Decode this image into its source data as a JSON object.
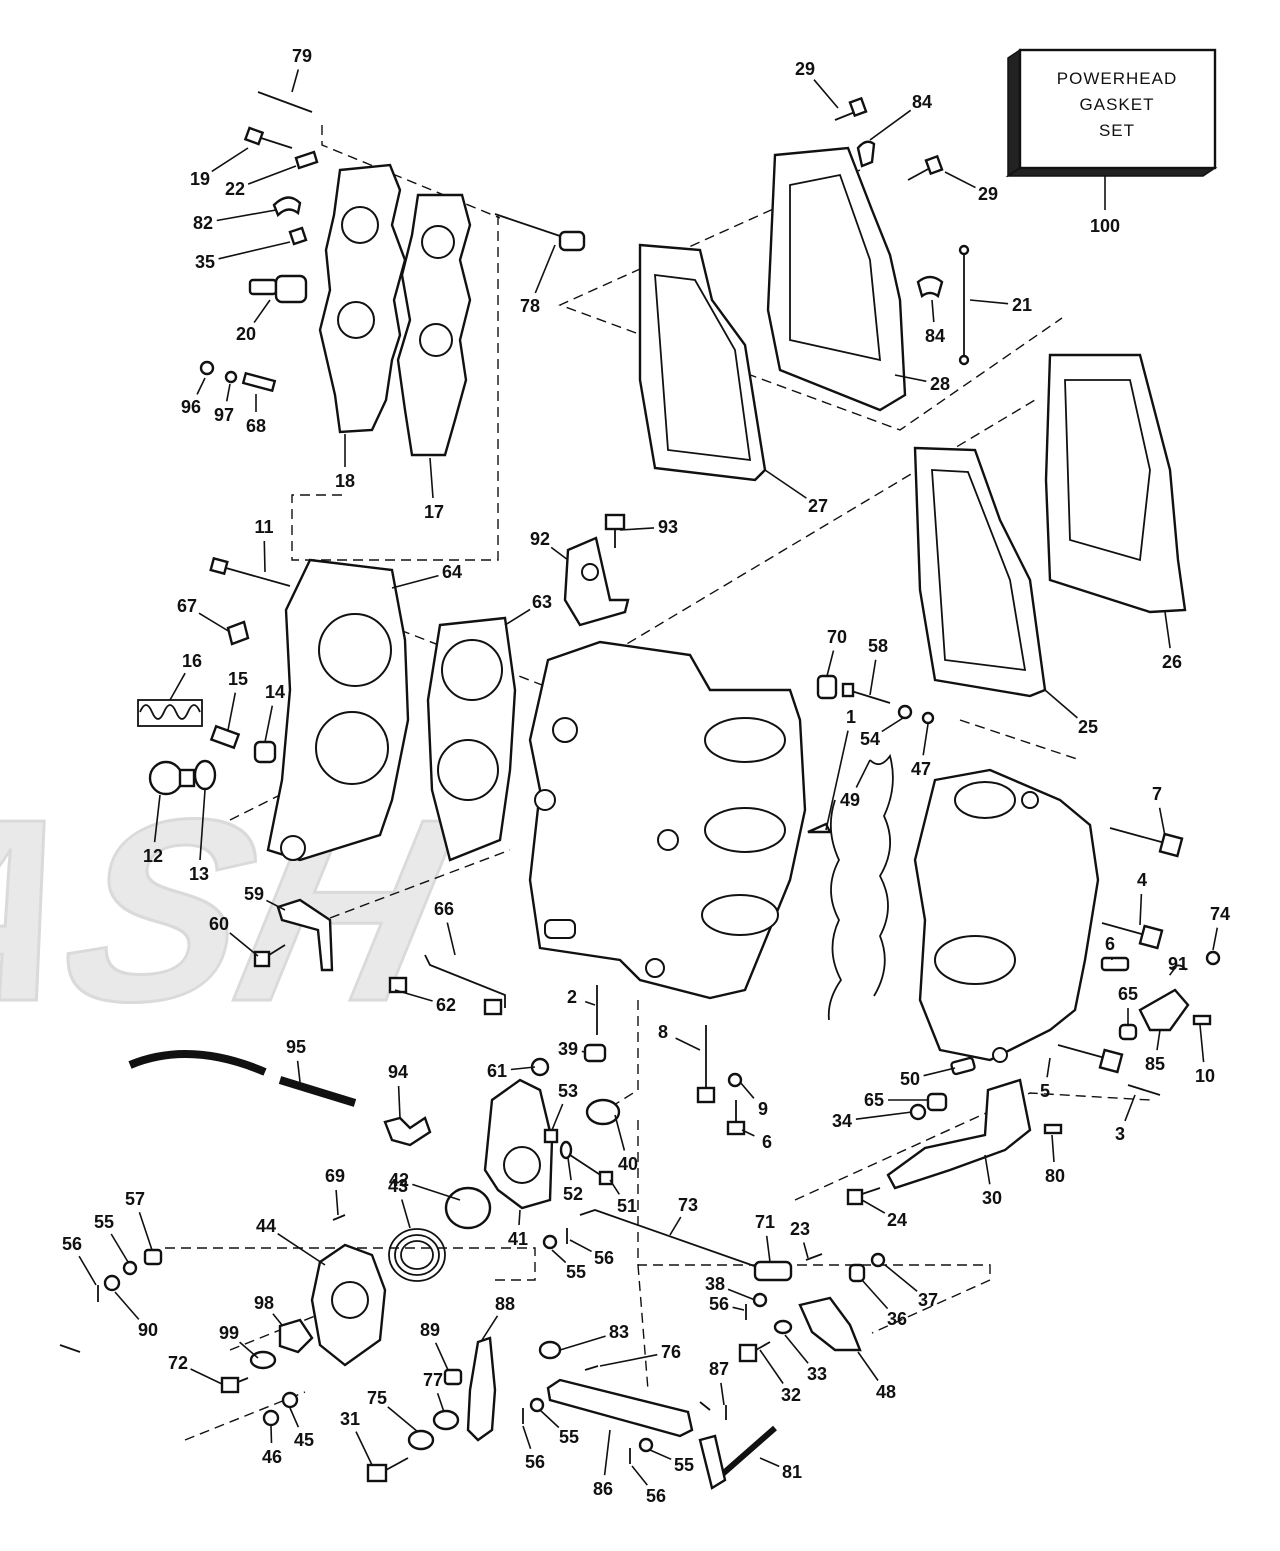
{
  "watermark": "ASH",
  "kit_box": {
    "lines": [
      "POWERHEAD",
      "GASKET",
      "SET"
    ],
    "number": "100"
  },
  "callouts": [
    "79",
    "19",
    "22",
    "82",
    "35",
    "20",
    "96",
    "97",
    "68",
    "18",
    "17",
    "78",
    "29",
    "84",
    "29",
    "84",
    "21",
    "28",
    "27",
    "100",
    "11",
    "64",
    "67",
    "63",
    "92",
    "93",
    "16",
    "15",
    "14",
    "12",
    "13",
    "59",
    "60",
    "66",
    "62",
    "2",
    "39",
    "1",
    "70",
    "58",
    "54",
    "47",
    "49",
    "25",
    "26",
    "7",
    "4",
    "6",
    "74",
    "91",
    "65",
    "85",
    "10",
    "50",
    "5",
    "3",
    "65",
    "34",
    "30",
    "80",
    "24",
    "95",
    "94",
    "61",
    "53",
    "8",
    "9",
    "6",
    "40",
    "52",
    "51",
    "73",
    "71",
    "23",
    "37",
    "36",
    "69",
    "57",
    "55",
    "56",
    "90",
    "44",
    "43",
    "42",
    "41",
    "55",
    "56",
    "38",
    "56",
    "88",
    "83",
    "33",
    "48",
    "98",
    "99",
    "72",
    "89",
    "76",
    "87",
    "32",
    "77",
    "75",
    "31",
    "46",
    "45",
    "55",
    "86",
    "55",
    "56",
    "81",
    "56"
  ]
}
